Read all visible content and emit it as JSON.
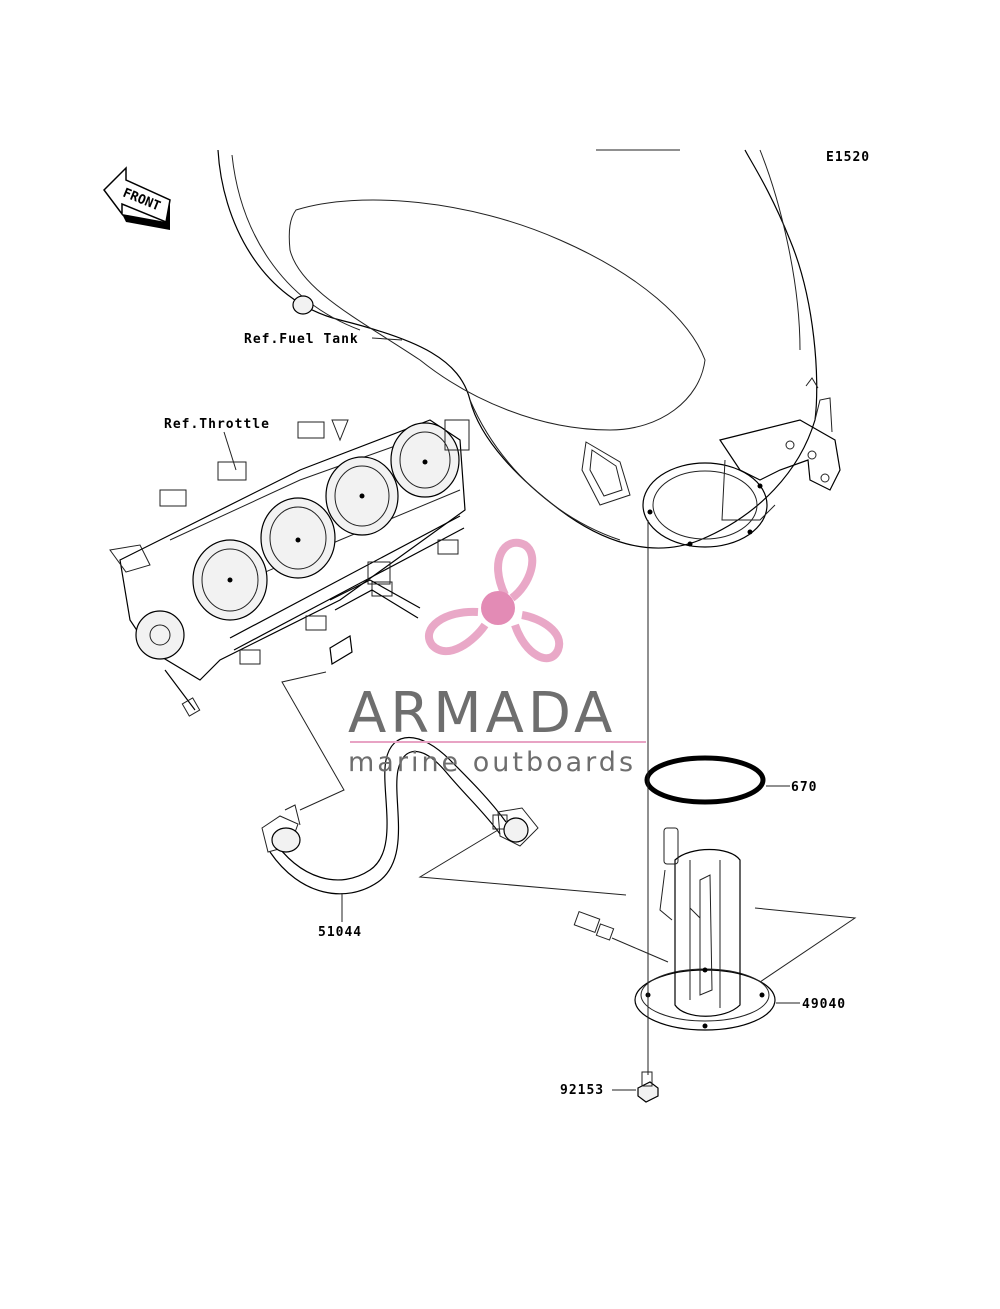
{
  "diagram_code": "E1520",
  "front_arrow": {
    "text": "FRONT",
    "icon": "front-arrow-icon"
  },
  "references": {
    "fuel_tank": "Ref.Fuel Tank",
    "throttle": "Ref.Throttle"
  },
  "parts": [
    {
      "number": "670",
      "description_icon": "o-ring-gasket"
    },
    {
      "number": "51044",
      "description_icon": "fuel-hose"
    },
    {
      "number": "49040",
      "description_icon": "fuel-pump-assembly"
    },
    {
      "number": "92153",
      "description_icon": "bolt"
    }
  ],
  "watermark": {
    "brand": "ARMADA",
    "tagline": "marine outboards",
    "logo": "propeller-logo-icon",
    "logo_color": "#e8a3c4",
    "hub_color": "#e38bb5",
    "underline_color": "#e8a3c4"
  }
}
